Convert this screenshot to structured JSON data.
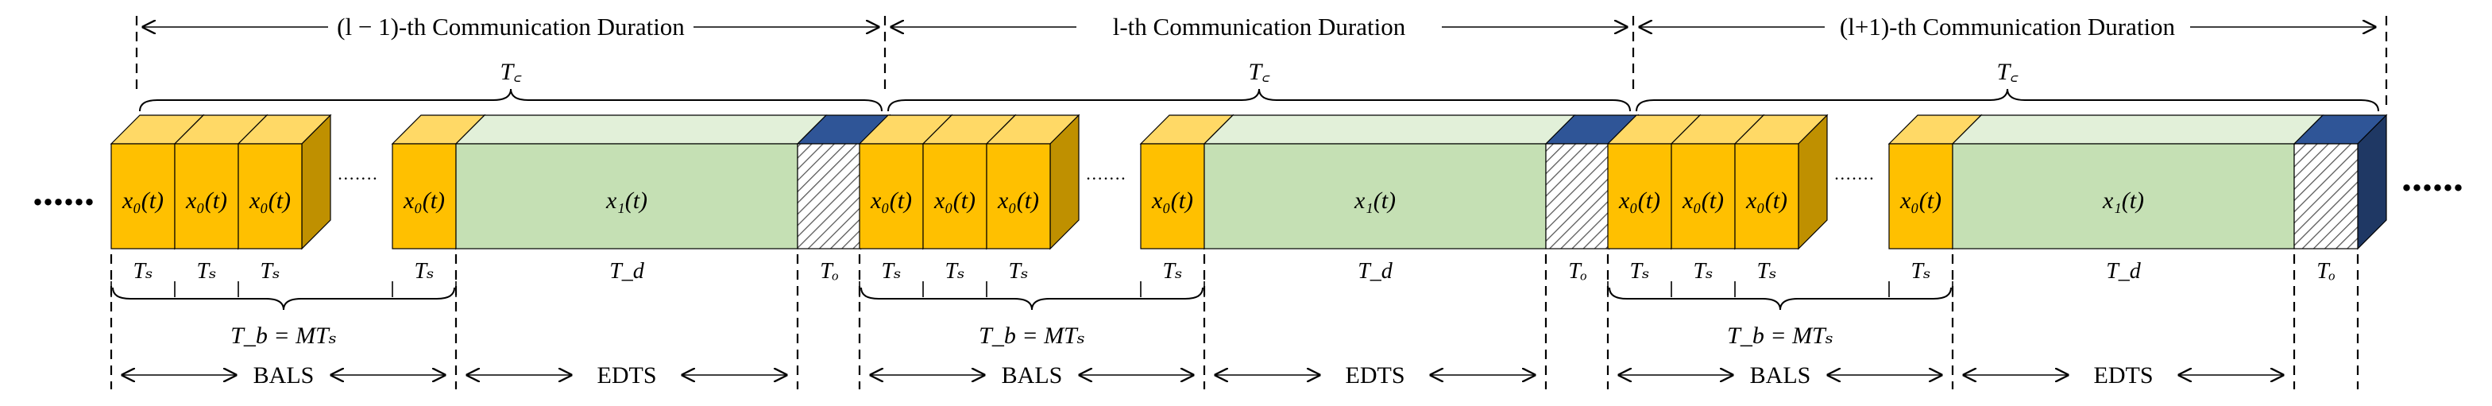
{
  "ellipsis": "......",
  "small_ellipsis": "·······",
  "symbols": {
    "x0": "x₀(t)",
    "x1": "x₁(t)",
    "ts": "Tₛ",
    "td": "T_d",
    "to": "Tₒ",
    "tc": "T꜀",
    "tb": "T_b = MTₛ",
    "bals": "BALS",
    "edts": "EDTS"
  },
  "periods": [
    {
      "title": "(l − 1)-th Communication Duration"
    },
    {
      "title": "l-th Communication Duration"
    },
    {
      "title": "(l+1)-th Communication Duration"
    }
  ],
  "colors": {
    "orange_front": "#FFC000",
    "orange_top": "#FFD966",
    "orange_side": "#BF9000",
    "green_front": "#C5E0B4",
    "green_top": "#E2F0D9",
    "blue_front": "#2F5597",
    "blue_dark": "#1F3864"
  }
}
